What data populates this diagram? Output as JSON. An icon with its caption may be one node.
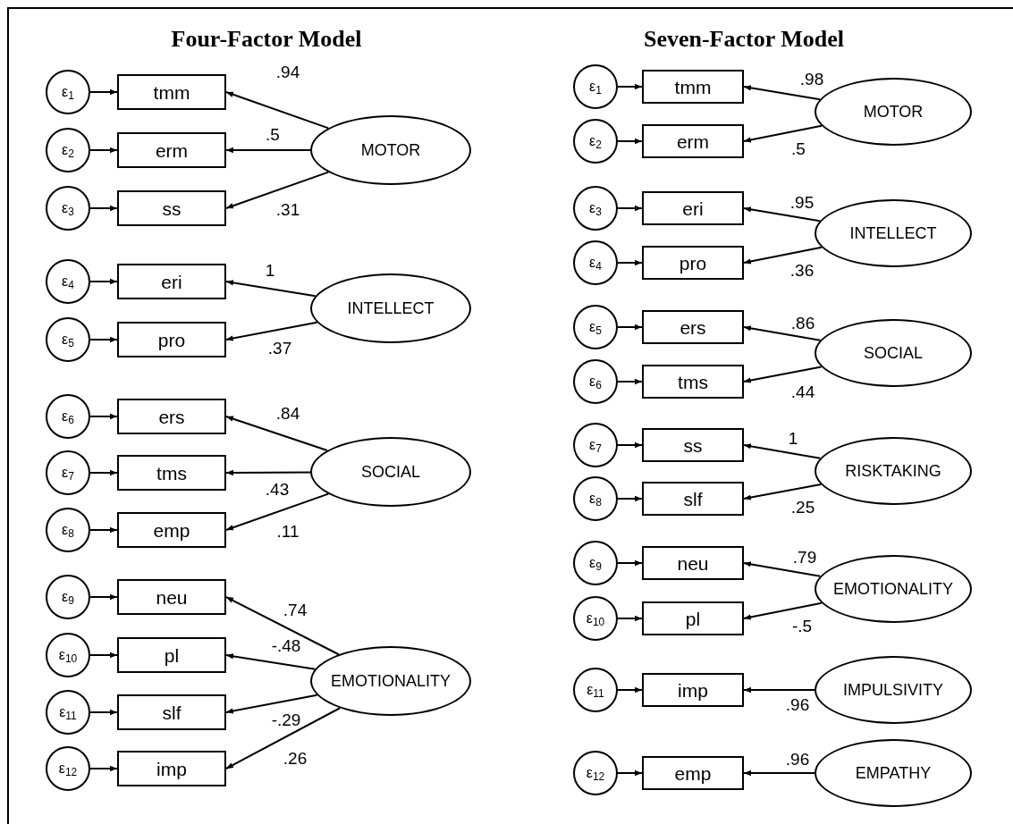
{
  "diagram": {
    "nodes": [
      {
        "text": [
          "ε$_{1}$"
        ]
      },
      {
        "text": [
          "tmm"
        ]
      },
      {
        "text": [
          "ε$_{2}$"
        ]
      },
      {
        "text": [
          "erm"
        ]
      },
      {
        "text": [
          "ε$_{3}$"
        ]
      },
      {
        "text": [
          "ss"
        ]
      },
      {
        "text": [
          "MOTOR"
        ]
      },
      {
        "text": [
          "ε$_{4}$"
        ]
      },
      {
        "text": [
          "eri"
        ]
      },
      {
        "text": [
          "ε$_{5}$"
        ]
      },
      {
        "text": [
          "pro"
        ]
      },
      {
        "text": [
          "INTELLECT"
        ]
      },
      {
        "text": [
          "ε$_{6}$"
        ]
      },
      {
        "text": [
          "ers"
        ]
      },
      {
        "text": [
          "ε$_{7}$"
        ]
      },
      {
        "text": [
          "tms"
        ]
      },
      {
        "text": [
          "ε$_{8}$"
        ]
      },
      {
        "text": [
          "emp"
        ]
      },
      {
        "text": [
          "SOCIAL"
        ]
      },
      {
        "text": [
          "ε$_{9}$"
        ]
      },
      {
        "text": [
          "neu"
        ]
      },
      {
        "text": [
          "ε$_{10}$"
        ]
      },
      {
        "text": [
          "pl"
        ]
      },
      {
        "text": [
          "ε$_{11}$"
        ]
      },
      {
        "text": [
          "slf"
        ]
      },
      {
        "text": [
          "ε$_{12}$"
        ]
      },
      {
        "text": [
          "imp"
        ]
      },
      {
        "text": [
          "EMOTIONALITY"
        ]
      },
      {
        "text": [
          "ε$_{1}$"
        ]
      },
      {
        "text": [
          "tmm"
        ]
      },
      {
        "text": [
          "ε$_{2}$"
        ]
      },
      {
        "text": [
          "erm"
        ]
      },
      {
        "text": [
          "MOTOR"
        ]
      },
      {
        "text": [
          "ε$_{3}$"
        ]
      },
      {
        "text": [
          "eri"
        ]
      },
      {
        "text": [
          "ε$_{4}$"
        ]
      },
      {
        "text": [
          "pro"
        ]
      },
      {
        "text": [
          "INTELLECT"
        ]
      },
      {
        "text": [
          "ε$_{5}$"
        ]
      },
      {
        "text": [
          "ers"
        ]
      },
      {
        "text": [
          "ε$_{6}$"
        ]
      },
      {
        "text": [
          "tms"
        ]
      },
      {
        "text": [
          "SOCIAL"
        ]
      },
      {
        "text": [
          "ε$_{7}$"
        ]
      },
      {
        "text": [
          "ss"
        ]
      },
      {
        "text": [
          "ε$_{8}$"
        ]
      },
      {
        "text": [
          "slf"
        ]
      },
      {
        "text": [
          "RISKTAKING"
        ]
      },
      {
        "text": [
          "ε$_{9}$"
        ]
      },
      {
        "text": [
          "neu"
        ]
      },
      {
        "text": [
          "ε$_{10}$"
        ]
      },
      {
        "text": [
          "pl"
        ]
      },
      {
        "text": [
          "EMOTIONALITY"
        ]
      },
      {
        "text": [
          "ε$_{11}$"
        ]
      },
      {
        "text": [
          "imp"
        ]
      },
      {
        "text": [
          "IMPULSIVITY"
        ]
      },
      {
        "text": [
          "ε$_{12}$"
        ]
      },
      {
        "text": [
          "emp"
        ]
      },
      {
        "text": [
          "EMPATHY"
        ]
      }
    ],
    "edges": [
      {
        "from": 0,
        "to": 1,
        "arrow": "to"
      },
      {
        "from": 2,
        "to": 3,
        "arrow": "to"
      },
      {
        "from": 4,
        "to": 5,
        "arrow": "to"
      },
      {
        "from": 6,
        "to": 1,
        "arrow": "to",
        "label": ".94"
      },
      {
        "from": 6,
        "to": 3,
        "arrow": "to",
        "label": ".5"
      },
      {
        "from": 6,
        "to": 5,
        "arrow": "to",
        "label": ".31"
      },
      {
        "from": 7,
        "to": 8,
        "arrow": "to"
      },
      {
        "from": 9,
        "to": 10,
        "arrow": "to"
      },
      {
        "from": 11,
        "to": 8,
        "arrow": "to",
        "label": "1"
      },
      {
        "from": 11,
        "to": 10,
        "arrow": "to",
        "label": ".37"
      },
      {
        "from": 12,
        "to": 13,
        "arrow": "to"
      },
      {
        "from": 14,
        "to": 15,
        "arrow": "to"
      },
      {
        "from": 16,
        "to": 17,
        "arrow": "to"
      },
      {
        "from": 18,
        "to": 13,
        "arrow": "to",
        "label": ".84"
      },
      {
        "from": 18,
        "to": 15,
        "arrow": "to",
        "label": ".43"
      },
      {
        "from": 18,
        "to": 17,
        "arrow": "to",
        "label": ".11"
      },
      {
        "from": 19,
        "to": 20,
        "arrow": "to"
      },
      {
        "from": 21,
        "to": 22,
        "arrow": "to"
      },
      {
        "from": 23,
        "to": 24,
        "arrow": "to"
      },
      {
        "from": 25,
        "to": 26,
        "arrow": "to"
      },
      {
        "from": 27,
        "to": 20,
        "arrow": "to",
        "label": ".74"
      },
      {
        "from": 27,
        "to": 22,
        "arrow": "to",
        "label": "-.48"
      },
      {
        "from": 27,
        "to": 24,
        "arrow": "to",
        "label": "-.29"
      },
      {
        "from": 27,
        "to": 26,
        "arrow": "to",
        "label": ".26"
      },
      {
        "from": 28,
        "to": 29,
        "arrow": "to"
      },
      {
        "from": 30,
        "to": 31,
        "arrow": "to"
      },
      {
        "from": 32,
        "to": 29,
        "arrow": "to",
        "label": ".98"
      },
      {
        "from": 32,
        "to": 31,
        "arrow": "to",
        "label": ".5"
      },
      {
        "from": 33,
        "to": 34,
        "arrow": "to"
      },
      {
        "from": 35,
        "to": 36,
        "arrow": "to"
      },
      {
        "from": 37,
        "to": 34,
        "arrow": "to",
        "label": ".95"
      },
      {
        "from": 37,
        "to": 36,
        "arrow": "to",
        "label": ".36"
      },
      {
        "from": 38,
        "to": 39,
        "arrow": "to"
      },
      {
        "from": 40,
        "to": 41,
        "arrow": "to"
      },
      {
        "from": 42,
        "to": 39,
        "arrow": "to",
        "label": ".86"
      },
      {
        "from": 42,
        "to": 41,
        "arrow": "to",
        "label": ".44"
      },
      {
        "from": 43,
        "to": 44,
        "arrow": "to"
      },
      {
        "from": 45,
        "to": 46,
        "arrow": "to"
      },
      {
        "from": 47,
        "to": 44,
        "arrow": "to",
        "label": "1"
      },
      {
        "from": 47,
        "to": 46,
        "arrow": "to",
        "label": ".25"
      },
      {
        "from": 48,
        "to": 49,
        "arrow": "to"
      },
      {
        "from": 50,
        "to": 51,
        "arrow": "to"
      },
      {
        "from": 52,
        "to": 49,
        "arrow": "to",
        "label": ".79"
      },
      {
        "from": 52,
        "to": 51,
        "arrow": "to",
        "label": "-.5"
      },
      {
        "from": 53,
        "to": 54,
        "arrow": "to"
      },
      {
        "from": 55,
        "to": 54,
        "arrow": "to",
        "label": ".96"
      },
      {
        "from": 56,
        "to": 57,
        "arrow": "to"
      },
      {
        "from": 58,
        "to": 57,
        "arrow": "to",
        "label": ".96"
      }
    ],
    "labels": [
      "Four-Factor Model",
      "Seven-Factor Model"
    ]
  }
}
